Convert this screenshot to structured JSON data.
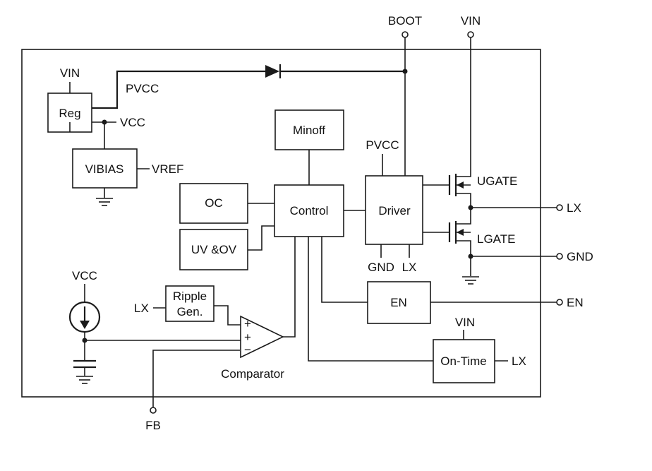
{
  "pins": {
    "boot": "BOOT",
    "vin_top": "VIN",
    "lx": "LX",
    "gnd": "GND",
    "en": "EN",
    "fb": "FB"
  },
  "blocks": {
    "reg": "Reg",
    "vibias": "VIBIAS",
    "minoff": "Minoff",
    "control": "Control",
    "driver": "Driver",
    "oc": "OC",
    "uvov": "UV &OV",
    "en_block": "EN",
    "ripple_line1": "Ripple",
    "ripple_line2": "Gen.",
    "ontime": "On-Time"
  },
  "labels": {
    "reg_vin": "VIN",
    "pvcc_out": "PVCC",
    "vcc_out": "VCC",
    "vref": "VREF",
    "driver_pvcc": "PVCC",
    "driver_gnd": "GND",
    "driver_lx": "LX",
    "ugate": "UGATE",
    "lgate": "LGATE",
    "vcc_source": "VCC",
    "ripple_lx": "LX",
    "comparator": "Comparator",
    "comp_plus1": "+",
    "comp_plus2": "+",
    "comp_minus": "−",
    "ontime_vin": "VIN",
    "ontime_lx": "LX"
  }
}
